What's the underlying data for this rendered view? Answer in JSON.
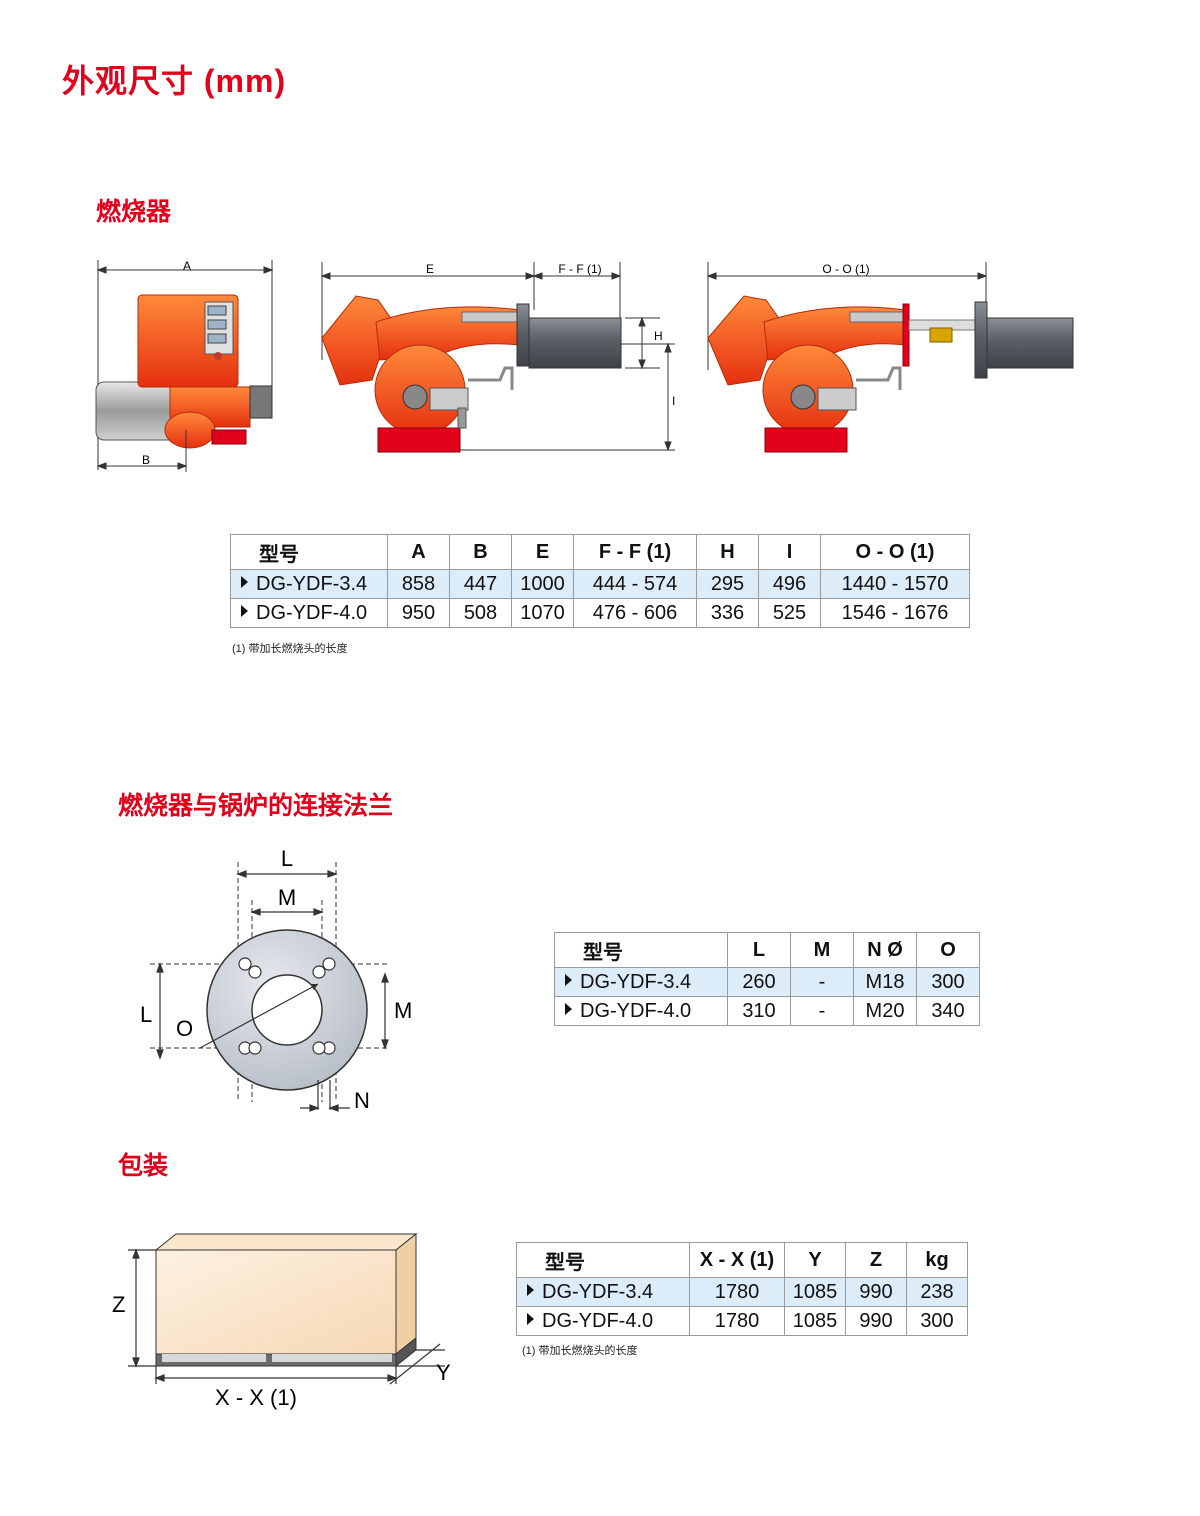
{
  "page_title": "外观尺寸 (mm)",
  "sections": {
    "burner": {
      "title": "燃烧器",
      "diagram_labels": {
        "a": "A",
        "b": "B",
        "e": "E",
        "ff": "F - F (1)",
        "h": "H",
        "i": "I",
        "oo": "O - O (1)"
      },
      "table": {
        "headers": [
          "型号",
          "A",
          "B",
          "E",
          "F - F (1)",
          "H",
          "I",
          "O - O (1)"
        ],
        "rows": [
          [
            "DG-YDF-3.4",
            "858",
            "447",
            "1000",
            "444 - 574",
            "295",
            "496",
            "1440 - 1570"
          ],
          [
            "DG-YDF-4.0",
            "950",
            "508",
            "1070",
            "476 - 606",
            "336",
            "525",
            "1546 - 1676"
          ]
        ]
      },
      "footnote": "(1) 带加长燃烧头的长度"
    },
    "flange": {
      "title": "燃烧器与锅炉的连接法兰",
      "diagram_labels": {
        "l_top": "L",
        "m_top": "M",
        "l_left": "L",
        "o": "O",
        "m_right": "M",
        "n": "N"
      },
      "table": {
        "headers": [
          "型号",
          "L",
          "M",
          "N Ø",
          "O"
        ],
        "rows": [
          [
            "DG-YDF-3.4",
            "260",
            "-",
            "M18",
            "300"
          ],
          [
            "DG-YDF-4.0",
            "310",
            "-",
            "M20",
            "340"
          ]
        ]
      }
    },
    "packaging": {
      "title": "包装",
      "diagram_labels": {
        "z": "Z",
        "xx": "X - X (1)",
        "y": "Y"
      },
      "table": {
        "headers": [
          "型号",
          "X - X (1)",
          "Y",
          "Z",
          "kg"
        ],
        "rows": [
          [
            "DG-YDF-3.4",
            "1780",
            "1085",
            "990",
            "238"
          ],
          [
            "DG-YDF-4.0",
            "1780",
            "1085",
            "990",
            "300"
          ]
        ]
      },
      "footnote": "(1) 带加长燃烧头的长度"
    }
  },
  "colors": {
    "accent": "#e3001b",
    "burner_orange": "#f04a10",
    "highlight_row": "#dcecf8"
  }
}
